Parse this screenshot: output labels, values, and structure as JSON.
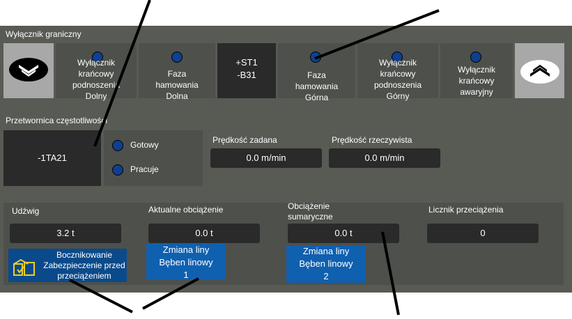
{
  "limit_switch": {
    "title": "Wyłącznik graniczny",
    "tiles": [
      {
        "label": "Wyłącznik krańcowy podnoszenia Dolny"
      },
      {
        "label": "Faza hamowania Dolna"
      },
      {
        "label_line1": "+ST1",
        "label_line2": "-B31"
      },
      {
        "label": "Faza hamowania Górna"
      },
      {
        "label": "Wyłącznik krańcowy podnoszenia Górny"
      },
      {
        "label": "Wyłącznik krańcowy awaryjny"
      }
    ],
    "down_icon": "double-chevron-down-icon",
    "up_icon": "double-chevron-up-icon"
  },
  "converter": {
    "title": "Przetwornica częstotliwości",
    "id": "-1TA21",
    "ready_label": "Gotowy",
    "running_label": "Pracuje",
    "set_speed_label": "Prędkość zadana",
    "set_speed_value": "0.0 m/min",
    "actual_speed_label": "Prędkość rzeczywista",
    "actual_speed_value": "0.0 m/min"
  },
  "load": {
    "capacity_label": "Udźwig",
    "capacity_value": "3.2 t",
    "current_label": "Aktualne obciążenie",
    "current_value": "0.0 t",
    "total_label_line1": "Obciążenie",
    "total_label_line2": "sumaryczne",
    "total_value": "0.0 t",
    "overload_label": "Licznik przeciążenia",
    "overload_value": "0",
    "bypass_line1": "Bocznikowanie",
    "bypass_line2": "Zabezpieczenie przed",
    "bypass_line3": "przeciążeniem",
    "rope1_line1": "Zmiana liny",
    "rope1_line2": "Bęben linowy",
    "rope1_line3": "1",
    "rope2_line1": "Zmiana liny",
    "rope2_line2": "Bęben linowy",
    "rope2_line3": "2"
  },
  "colors": {
    "panel": "#585a54",
    "tile": "#4e504b",
    "dark_box": "#2a2a2a",
    "led": "#0f3f8f",
    "blue_button": "#1060b0",
    "bypass_button": "#0b4a8a",
    "bypass_icon": "#f0d020"
  }
}
